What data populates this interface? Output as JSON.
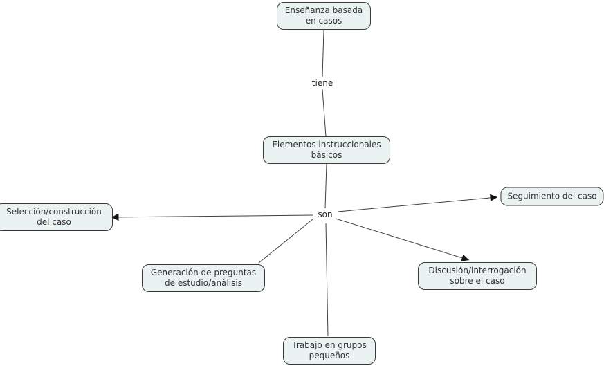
{
  "diagram": {
    "type": "concept-map",
    "root_label": "Enseñanza basada en casos",
    "colors": {
      "background": "#ffffff",
      "node_fill": "#eaf2f2",
      "node_border": "#3a3a3a",
      "connector_line": "#3f3f3f",
      "arrowhead": "#111111",
      "text": "#333333"
    }
  },
  "nodes": [
    {
      "id": "ensenanza",
      "label": "Enseñanza basada en casos"
    },
    {
      "id": "elementos",
      "label": "Elementos instruccionales básicos"
    },
    {
      "id": "seguimiento",
      "label": "Seguimiento del caso"
    },
    {
      "id": "seleccion",
      "label": "Selección/construcción del caso"
    },
    {
      "id": "generacion",
      "label": "Generación de preguntas de estudio/análisis"
    },
    {
      "id": "discusion",
      "label": "Discusión/interrogación sobre el caso"
    },
    {
      "id": "trabajo",
      "label": "Trabajo en grupos pequeños"
    }
  ],
  "link_labels": [
    {
      "id": "tiene",
      "label": "tiene"
    },
    {
      "id": "son",
      "label": "son"
    }
  ],
  "edges": [
    {
      "from": "Enseñanza basada en casos",
      "label": "tiene",
      "to": "Elementos instruccionales básicos",
      "arrowhead": false
    },
    {
      "from": "Elementos instruccionales básicos",
      "label": "son",
      "to": "Seguimiento del caso",
      "arrowhead": true
    },
    {
      "from": "Elementos instruccionales básicos",
      "label": "son",
      "to": "Selección/construcción del caso",
      "arrowhead": true
    },
    {
      "from": "Elementos instruccionales básicos",
      "label": "son",
      "to": "Discusión/interrogación sobre el caso",
      "arrowhead": true
    },
    {
      "from": "Elementos instruccionales básicos",
      "label": "son",
      "to": "Generación de preguntas de estudio/análisis",
      "arrowhead": false
    },
    {
      "from": "Elementos instruccionales básicos",
      "label": "son",
      "to": "Trabajo en grupos pequeños",
      "arrowhead": false
    }
  ]
}
